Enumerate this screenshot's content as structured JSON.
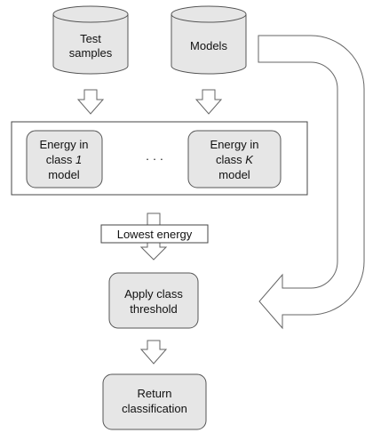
{
  "nodes": {
    "test_samples": [
      "Test",
      "samples"
    ],
    "models": [
      "Models"
    ],
    "energy_class_1": {
      "line1": "Energy in",
      "line2_prefix": "class ",
      "line2_var": "1",
      "line3": "model"
    },
    "ellipsis": "· · ·",
    "energy_class_k": {
      "line1": "Energy in",
      "line2_prefix": "class ",
      "line2_var": "K",
      "line3": "model"
    },
    "lowest_energy": "Lowest energy",
    "apply_threshold": [
      "Apply class",
      "threshold"
    ],
    "return_classification": [
      "Return",
      "classification"
    ]
  },
  "colors": {
    "node_fill": "#e6e6e6",
    "node_stroke": "#555555",
    "arrow_fill": "#ffffff",
    "arrow_stroke": "#666666",
    "text": "#111111"
  }
}
